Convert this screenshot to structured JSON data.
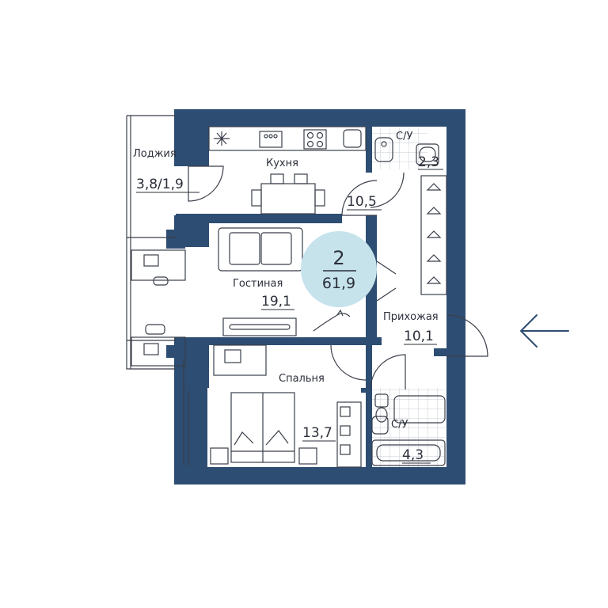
{
  "colors": {
    "wall": "#2e4d72",
    "badge": "#c6e3ec",
    "line": "#3a3f4a",
    "arrow": "#2e4d72"
  },
  "summary": {
    "rooms": "2",
    "total_area": "61,9"
  },
  "rooms": {
    "loggia": {
      "name": "Лоджия",
      "area": "3,8/1,9"
    },
    "kitchen": {
      "name": "Кухня",
      "area": "10,5"
    },
    "bath_top": {
      "name": "С/У",
      "area": "2,3"
    },
    "living": {
      "name": "Гостиная",
      "area": "19,1"
    },
    "hallway": {
      "name": "Прихожая",
      "area": "10,1"
    },
    "bedroom": {
      "name": "Спальня",
      "area": "13,7"
    },
    "bath_bottom": {
      "name": "С/У",
      "area": "4,3"
    }
  },
  "icons": {
    "entrance": "arrow-left-icon"
  }
}
